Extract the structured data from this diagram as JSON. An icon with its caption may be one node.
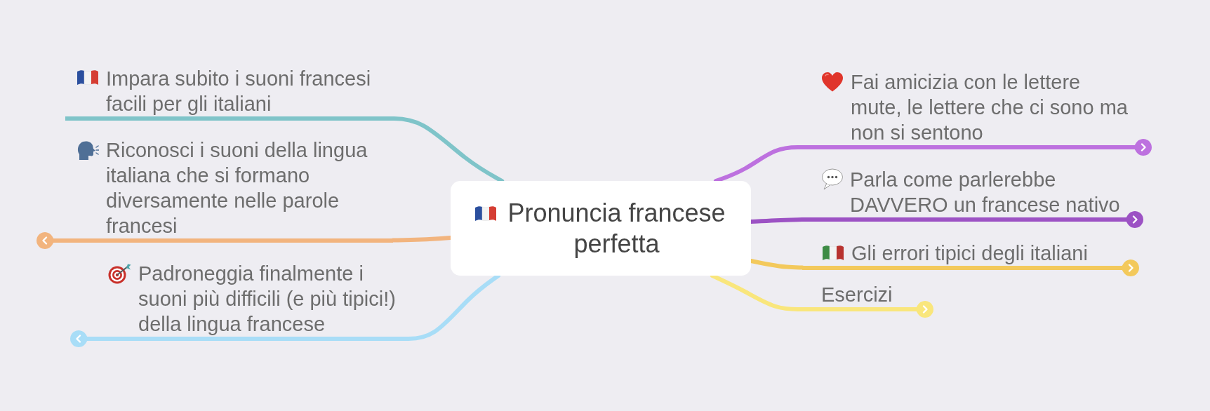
{
  "diagram": {
    "nodes": [
      {
        "text": [
          "Pronuncia francese perfetta"
        ]
      },
      {
        "text": [
          "Impara subito i suoni francesi facili per gli italiani"
        ]
      },
      {
        "text": [
          "Riconosci i suoni della lingua italiana che si formano diversamente nelle parole francesi"
        ]
      },
      {
        "text": [
          "Padroneggia finalmente i suoni più difficili (e più tipici!) della lingua francese"
        ]
      },
      {
        "text": [
          "Fai amicizia con le lettere mute, le lettere che ci sono ma non si sentono"
        ]
      },
      {
        "text": [
          "Parla come parlerebbe DAVVERO un francese nativo"
        ]
      },
      {
        "text": [
          "Gli errori tipici degli italiani"
        ]
      },
      {
        "text": [
          "Esercizi"
        ]
      }
    ],
    "edges": [
      {
        "from": 0,
        "to": 1,
        "arrow": "none",
        "color": "#7fc4c9"
      },
      {
        "from": 0,
        "to": 2,
        "arrow": "none",
        "color": "#f2b47e"
      },
      {
        "from": 0,
        "to": 3,
        "arrow": "none",
        "color": "#a8ddf7"
      },
      {
        "from": 0,
        "to": 4,
        "arrow": "none",
        "color": "#bd71df"
      },
      {
        "from": 0,
        "to": 5,
        "arrow": "none",
        "color": "#9c52c4"
      },
      {
        "from": 0,
        "to": 6,
        "arrow": "none",
        "color": "#f3c95c"
      },
      {
        "from": 0,
        "to": 7,
        "arrow": "none",
        "color": "#f9e67c"
      }
    ]
  }
}
